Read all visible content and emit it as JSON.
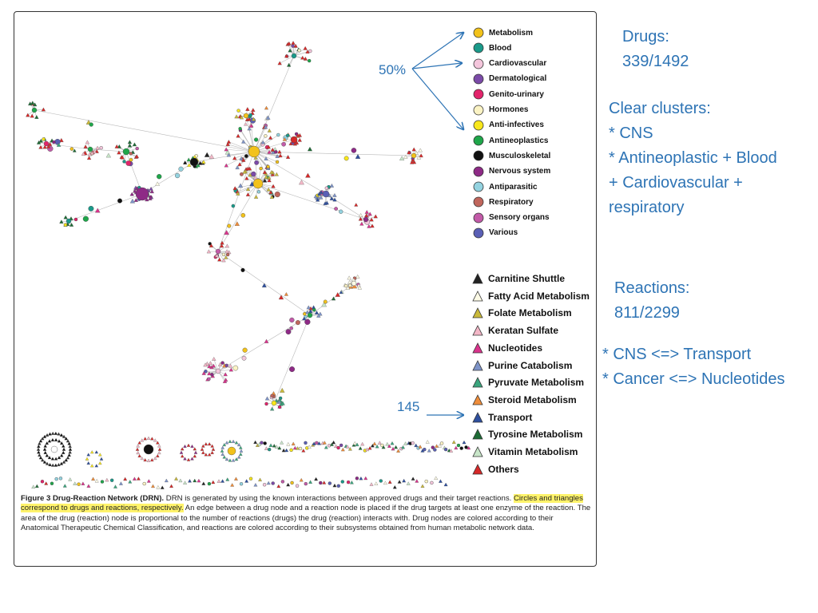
{
  "figure": {
    "caption": {
      "title": "Figure 3 Drug-Reaction Network (DRN).",
      "text_a": " DRN is generated by using the known interactions between approved drugs and their target reactions. ",
      "highlight": "Circles and triangles correspond to drugs and reactions, respectively.",
      "text_b": " An edge between a drug node and a reaction node is placed if the drug targets at least one enzyme of the reaction. The area of the drug (reaction) node is proportional to the number of reactions (drugs) the drug (reaction) interacts with. Drug nodes are colored according to their Anatomical Therapeutic Chemical Classification, and reactions are colored according to their subsystems obtained from human metabolic network data."
    },
    "drug_legend": [
      {
        "label": "Metabolism",
        "color": "#f2c21b"
      },
      {
        "label": "Blood",
        "color": "#1a9a8a"
      },
      {
        "label": "Cardiovascular",
        "color": "#f4c6dc"
      },
      {
        "label": "Dermatological",
        "color": "#7b4aa8"
      },
      {
        "label": "Genito-urinary",
        "color": "#e2246b"
      },
      {
        "label": "Hormones",
        "color": "#fbf3c4"
      },
      {
        "label": "Anti-infectives",
        "color": "#f8e71c"
      },
      {
        "label": "Antineoplastics",
        "color": "#1fa64a"
      },
      {
        "label": "Musculoskeletal",
        "color": "#111111"
      },
      {
        "label": "Nervous system",
        "color": "#8e2a86"
      },
      {
        "label": "Antiparasitic",
        "color": "#94d3e0"
      },
      {
        "label": "Respiratory",
        "color": "#c0665c"
      },
      {
        "label": "Sensory organs",
        "color": "#c25aa8"
      },
      {
        "label": "Various",
        "color": "#5a5fb5"
      }
    ],
    "reaction_legend": [
      {
        "label": "Carnitine Shuttle",
        "color": "#222222"
      },
      {
        "label": "Fatty Acid Metabolism",
        "color": "#fdfbe6"
      },
      {
        "label": "Folate Metabolism",
        "color": "#c9b93a"
      },
      {
        "label": "Keratan Sulfate",
        "color": "#f3b7c7"
      },
      {
        "label": "Nucleotides",
        "color": "#d9338c"
      },
      {
        "label": "Purine Catabolism",
        "color": "#7d93c8"
      },
      {
        "label": "Pyruvate Metabolism",
        "color": "#3aa57d"
      },
      {
        "label": "Steroid Metabolism",
        "color": "#ef8d3a"
      },
      {
        "label": "Transport",
        "color": "#2e4f9e"
      },
      {
        "label": "Tyrosine Metabolism",
        "color": "#1d6b35"
      },
      {
        "label": "Vitamin Metabolism",
        "color": "#c8e6c9"
      },
      {
        "label": "Others",
        "color": "#d62828"
      }
    ]
  },
  "annotations": {
    "percent_label": "50%",
    "count_label": "145",
    "accent_color": "#2e74b5"
  },
  "notes": {
    "drugs_title": "Drugs:",
    "drugs_value": "339/1492",
    "clusters_title": "Clear clusters:",
    "clusters_line1": "* CNS",
    "clusters_line2": "* Antineoplastic + Blood",
    "clusters_line3": "+ Cardiovascular +",
    "clusters_line4": "respiratory",
    "reactions_title": "Reactions:",
    "reactions_value": "811/2299",
    "pair_line1": "* CNS <=> Transport",
    "pair_line2": "* Cancer <=> Nucleotides"
  }
}
